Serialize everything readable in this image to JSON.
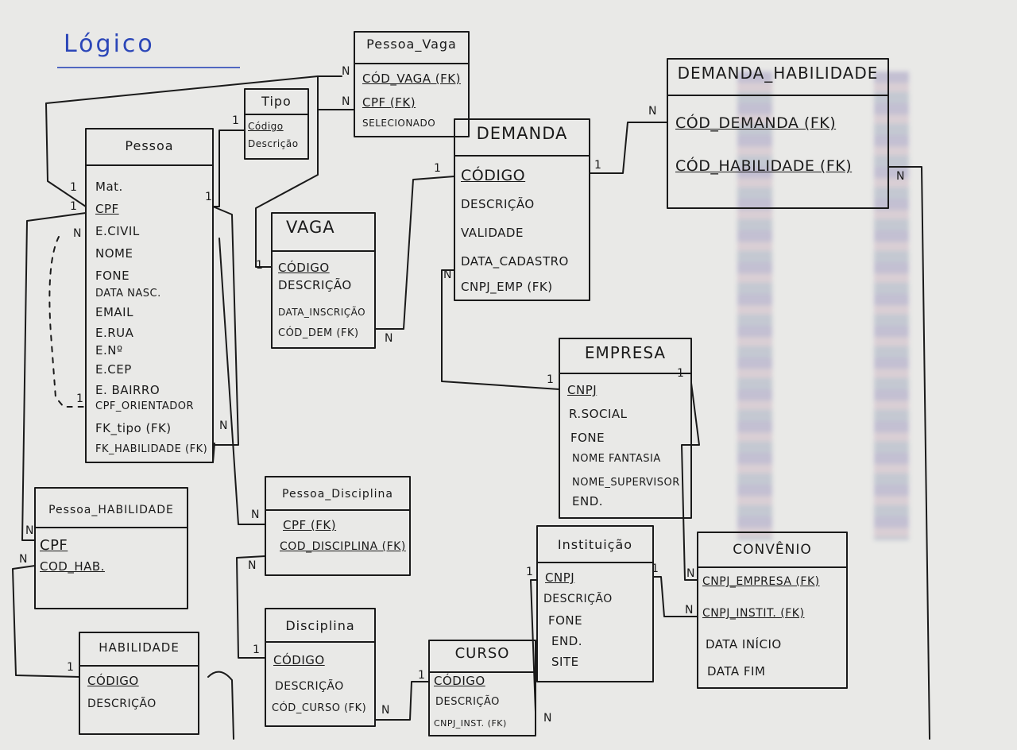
{
  "title": "Lógico",
  "entities": {
    "pessoa_vaga": {
      "name": "Pessoa_Vaga",
      "attrs": [
        "CÓD_VAGA (FK)",
        "CPF (FK)",
        "SELECIONADO"
      ]
    },
    "tipo": {
      "name": "Tipo",
      "attrs": [
        "Código",
        "Descrição"
      ]
    },
    "pessoa": {
      "name": "Pessoa",
      "attrs": [
        "Mat.",
        "CPF",
        "E.CIVIL",
        "NOME",
        "FONE",
        "DATA NASC.",
        "EMAIL",
        "E.RUA",
        "E.Nº",
        "E.CEP",
        "E. BAIRRO",
        "CPF_ORIENTADOR",
        "FK_tipo (FK)",
        "FK_HABILIDADE (FK)"
      ]
    },
    "demanda_habilidade": {
      "name": "DEMANDA_HABILIDADE",
      "attrs": [
        "CÓD_DEMANDA (FK)",
        "CÓD_HABILIDADE (FK)"
      ]
    },
    "demanda": {
      "name": "DEMANDA",
      "attrs": [
        "CÓDIGO",
        "DESCRIÇÃO",
        "VALIDADE",
        "DATA_CADASTRO",
        "CNPJ_EMP (FK)"
      ]
    },
    "vaga": {
      "name": "VAGA",
      "attrs": [
        "CÓDIGO",
        "DESCRIÇÃO",
        "DATA_INSCRIÇÃO",
        "CÓD_DEM (FK)"
      ]
    },
    "empresa": {
      "name": "EMPRESA",
      "attrs": [
        "CNPJ",
        "R.SOCIAL",
        "FONE",
        "NOME FANTASIA",
        "NOME_SUPERVISOR",
        "END."
      ]
    },
    "pessoa_habilidade": {
      "name": "Pessoa_HABILIDADE",
      "attrs": [
        "CPF",
        "COD_HAB."
      ]
    },
    "pessoa_disciplina": {
      "name": "Pessoa_Disciplina",
      "attrs": [
        "CPF (FK)",
        "COD_DISCIPLINA (FK)"
      ]
    },
    "instituicao": {
      "name": "Instituição",
      "attrs": [
        "CNPJ",
        "DESCRIÇÃO",
        "FONE",
        "END.",
        "SITE"
      ]
    },
    "convenio": {
      "name": "CONVÊNIO",
      "attrs": [
        "CNPJ_EMPRESA (FK)",
        "CNPJ_INSTIT. (FK)",
        "DATA INÍCIO",
        "DATA FIM"
      ]
    },
    "habilidade": {
      "name": "HABILIDADE",
      "attrs": [
        "CÓDIGO",
        "DESCRIÇÃO"
      ]
    },
    "disciplina": {
      "name": "Disciplina",
      "attrs": [
        "CÓDIGO",
        "DESCRIÇÃO",
        "CÓD_CURSO (FK)"
      ]
    },
    "curso": {
      "name": "CURSO",
      "attrs": [
        "CÓDIGO",
        "DESCRIÇÃO",
        "CNPJ_INST. (FK)"
      ]
    }
  },
  "cardinalities": {
    "one": "1",
    "many": "N"
  },
  "colors": {
    "ink": "#1a1a1a",
    "title_blue": "#2b46b8",
    "board": "#e9e9e7"
  }
}
